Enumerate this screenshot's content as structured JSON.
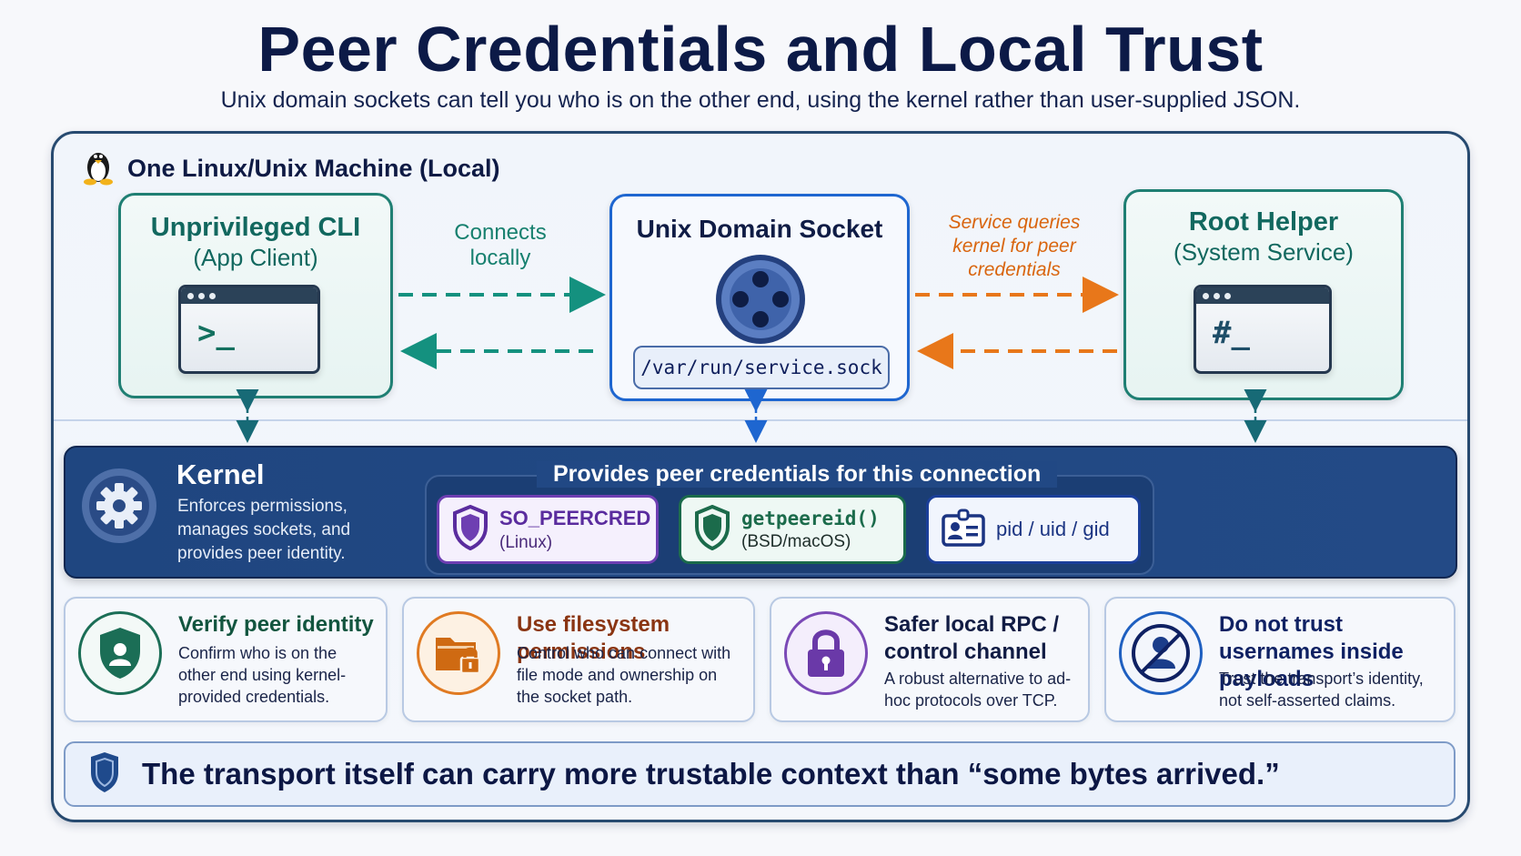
{
  "header": {
    "title": "Peer Credentials and Local Trust",
    "subtitle": "Unix domain sockets can tell you who is on the other end, using the kernel rather than user-supplied JSON."
  },
  "machine": {
    "label": "One Linux/Unix Machine (Local)",
    "icon": "linux-penguin-icon"
  },
  "nodes": {
    "client": {
      "title": "Unprivileged CLI",
      "subtitle": "(App Client)",
      "prompt": ">_",
      "icon": "terminal-icon"
    },
    "socket": {
      "title": "Unix Domain Socket",
      "path": "/var/run/service.sock",
      "icon": "socket-icon"
    },
    "helper": {
      "title": "Root Helper",
      "subtitle": "(System Service)",
      "prompt": "#_",
      "icon": "terminal-icon"
    }
  },
  "edges": {
    "client_socket_label": "Connects locally",
    "client_socket_line1": "Connects",
    "client_socket_line2": "locally",
    "socket_helper_line1": "Service queries",
    "socket_helper_line2": "kernel for peer",
    "socket_helper_line3": "credentials"
  },
  "kernel": {
    "title": "Kernel",
    "description": "Enforces permissions, manages sockets, and provides peer identity.",
    "credentials_heading": "Provides peer credentials for this connection",
    "credentials": [
      {
        "main": "SO_PEERCRED",
        "sub": "(Linux)",
        "icon": "shield-icon"
      },
      {
        "main": "getpeereid()",
        "sub": "(BSD/macOS)",
        "icon": "shield-icon"
      },
      {
        "main": "pid / uid / gid",
        "sub": "",
        "icon": "id-card-icon"
      }
    ]
  },
  "benefits": [
    {
      "title": "Verify peer identity",
      "description": "Confirm who is on the other end using kernel-provided credentials.",
      "icon": "shield-user-icon"
    },
    {
      "title": "Use filesystem permissions",
      "description": "Control who can connect with file mode and ownership on the socket path.",
      "icon": "folder-lock-icon"
    },
    {
      "title": "Safer local RPC / control channel",
      "description": "A robust alternative to ad-hoc protocols over TCP.",
      "icon": "padlock-icon"
    },
    {
      "title": "Do not trust usernames inside payloads",
      "description": "Trust the transport’s identity, not self-asserted claims.",
      "icon": "user-blocked-icon"
    }
  ],
  "callout": {
    "text": "The transport itself can carry more trustable context than “some bytes arrived.”",
    "icon": "shield-icon"
  },
  "colors": {
    "teal": "#1f7f73",
    "blue": "#1e66d0",
    "orange": "#e8771a",
    "kernel_navy": "#214884",
    "purple": "#6e3fb2",
    "green": "#1b6b4b"
  }
}
